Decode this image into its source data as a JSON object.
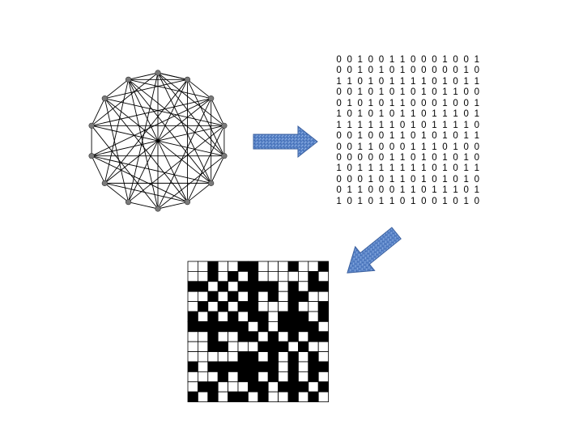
{
  "graph": {
    "node_count": 14,
    "edges": [
      [
        0,
        1
      ],
      [
        0,
        3
      ],
      [
        0,
        5
      ],
      [
        0,
        8
      ],
      [
        0,
        11
      ],
      [
        1,
        4
      ],
      [
        1,
        6
      ],
      [
        1,
        9
      ],
      [
        1,
        12
      ],
      [
        2,
        5
      ],
      [
        2,
        7
      ],
      [
        2,
        10
      ],
      [
        2,
        13
      ],
      [
        3,
        6
      ],
      [
        3,
        8
      ],
      [
        3,
        11
      ],
      [
        4,
        7
      ],
      [
        4,
        10
      ],
      [
        4,
        13
      ],
      [
        5,
        9
      ],
      [
        5,
        12
      ],
      [
        6,
        10
      ],
      [
        6,
        13
      ],
      [
        7,
        11
      ],
      [
        8,
        12
      ],
      [
        9,
        13
      ],
      [
        0,
        7
      ],
      [
        1,
        8
      ],
      [
        2,
        9
      ],
      [
        3,
        10
      ],
      [
        4,
        11
      ],
      [
        5,
        13
      ],
      [
        6,
        12
      ],
      [
        0,
        4
      ],
      [
        2,
        11
      ],
      [
        3,
        12
      ],
      [
        5,
        10
      ],
      [
        6,
        9
      ],
      [
        1,
        13
      ],
      [
        7,
        13
      ]
    ],
    "node_color": "#7a7a7a",
    "edge_color": "#000000"
  },
  "arrow_color": "#5a84c8",
  "matrix": {
    "rows": [
      "0 0 1 0 0 1 1 0 0 0 1 0 0 1",
      "0 0 1 0 1 0 1 0 0 0 0 0 1 0",
      "1 1 0 1 0 1 1 1 1 0 1 0 1 1",
      "0 0 1 0 1 0 1 0 1 0 1 1 0 0",
      "0 1 0 1 0 1 1 0 0 0 1 0 0 1",
      "1 0 1 0 1 0 1 1 0 1 1 1 0 1",
      "1 1 1 1 1 1 0 1 0 1 1 1 1 0",
      "0 0 1 0 0 1 1 0 1 0 1 0 1 1",
      "0 0 1 1 0 0 0 1 1 1 0 1 0 0",
      "0 0 0 0 0 1 1 0 1 0 1 0 1 0",
      "1 0 1 1 1 1 1 1 1 0 1 0 1 1",
      "0 0 0 1 0 1 1 0 1 0 1 0 1 0",
      "0 1 1 0 0 0 1 1 0 1 1 1 0 1",
      "1 0 1 0 1 1 0 1 0 0 1 0 1 0"
    ]
  }
}
